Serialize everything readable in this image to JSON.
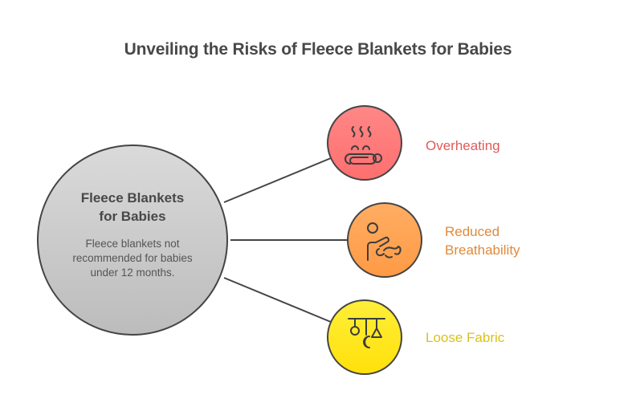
{
  "title": "Unveiling the Risks of Fleece Blankets for Babies",
  "center": {
    "title": "Fleece Blankets for Babies",
    "title_line1": "Fleece Blankets",
    "title_line2": "for Babies",
    "description": "Fleece blankets not recommended for babies under 12 months."
  },
  "risks": [
    {
      "label": "Overheating",
      "icon": "steaming-baby-icon",
      "color": "#ff7b7b",
      "text_color": "#e05a5a"
    },
    {
      "label_line1": "Reduced",
      "label_line2": "Breathability",
      "label": "Reduced Breathability",
      "icon": "adult-touching-baby-icon",
      "color": "#ffa252",
      "text_color": "#e08a3a"
    },
    {
      "label": "Loose Fabric",
      "icon": "hanging-mobile-icon",
      "color": "#ffe81f",
      "text_color": "#d9c21c"
    }
  ],
  "colors": {
    "center_fill_top": "#d9d9d9",
    "center_fill_bottom": "#bdbdbd",
    "stroke": "#444444"
  }
}
